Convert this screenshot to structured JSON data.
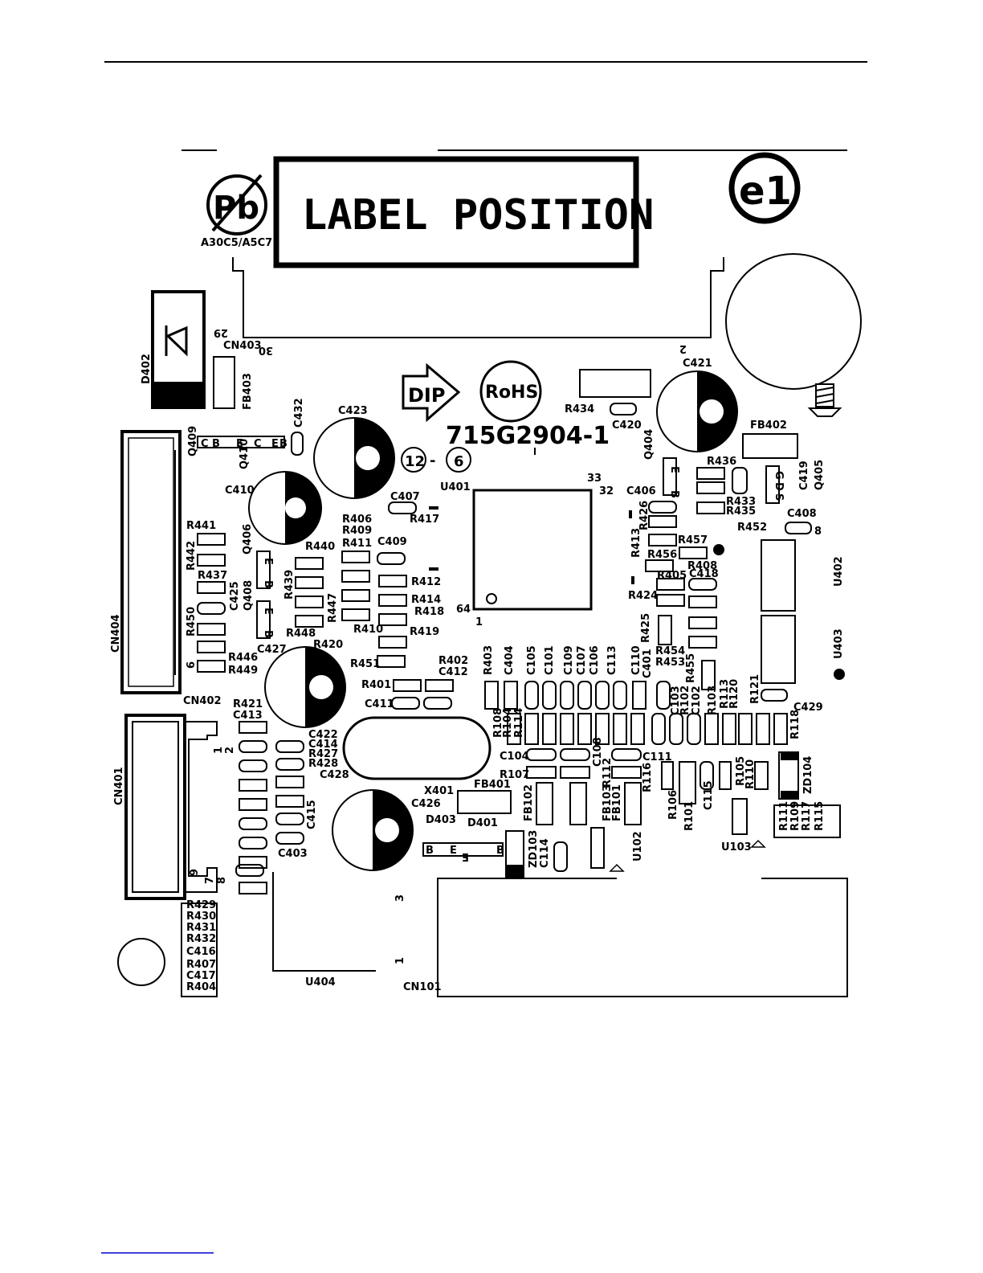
{
  "board": {
    "label_position": "LABEL POSITION",
    "pb_symbol": "Pb",
    "pb_code": "A30C5/A5C7",
    "e1_mark": "e1",
    "dip_text": "DIP",
    "rohs_text": "RoHS",
    "part_number": "715G2904-1",
    "revision_left": "12",
    "revision_right": "6",
    "dash": "-"
  },
  "icons": [
    "lead-free-icon",
    "e1-mark-icon",
    "dip-arrow-icon",
    "rohs-icon",
    "screw-icon",
    "diode-icon"
  ],
  "labels": {
    "cn403": "CN403",
    "p29": "29",
    "p30": "30",
    "fb403": "FB403",
    "d402": "D402",
    "c421": "C421",
    "p2": "2",
    "r434": "R434",
    "c420": "C420",
    "c432": "C432",
    "c423": "C423",
    "q409": "Q409",
    "q410": "Q410",
    "fb402": "FB402",
    "q404": "Q404",
    "r436": "R436",
    "c419": "C419",
    "q405": "Q405",
    "u401": "U401",
    "p33": "33",
    "p32": "32",
    "p64": "64",
    "p1": "1",
    "c406": "C406",
    "r433": "R433",
    "r435": "R435",
    "c408": "C408",
    "p8": "8",
    "r452": "R452",
    "c410": "C410",
    "c407": "C407",
    "r406": "R406",
    "r409": "R409",
    "r417": "R417",
    "r411": "R411",
    "c409": "C409",
    "r426": "R426",
    "r413": "R413",
    "r457": "R457",
    "r456": "R456",
    "r408": "R408",
    "r441": "R441",
    "q406": "Q406",
    "r440": "R440",
    "r442": "R442",
    "r437": "R437",
    "r439": "R439",
    "r412": "R412",
    "r405": "R405",
    "c418": "C418",
    "u402": "U402",
    "q408": "Q408",
    "c425": "C425",
    "r447": "R447",
    "r414": "R414",
    "r424": "R424",
    "r418": "R418",
    "r450": "R450",
    "cn404": "CN404",
    "r448": "R448",
    "r410": "R410",
    "r419": "R419",
    "r425": "R425",
    "u403": "U403",
    "c427": "C427",
    "r420": "R420",
    "r446": "R446",
    "p6": "6",
    "r449": "R449",
    "r451": "R451",
    "r402": "R402",
    "r403": "R403",
    "c404": "C404",
    "c105": "C105",
    "c101": "C101",
    "c109": "C109",
    "c107": "C107",
    "c106": "C106",
    "c113": "C113",
    "c110": "C110",
    "c401": "C401",
    "r454": "R454",
    "r453": "R453",
    "r455": "R455",
    "c412": "C412",
    "r401": "R401",
    "cn402": "CN402",
    "c103": "C103",
    "r102": "R102",
    "c102": "C102",
    "r103": "R103",
    "r113": "R113",
    "r120": "R120",
    "r121": "R121",
    "c429": "C429",
    "r421": "R421",
    "c411": "C411",
    "c413": "C413",
    "r108": "R108",
    "r104": "R104",
    "r114": "R114",
    "r118": "R118",
    "c422": "C422",
    "c414": "C414",
    "r427": "R427",
    "r428": "R428",
    "c104": "C104",
    "c108": "C108",
    "c111": "C111",
    "zd104": "ZD104",
    "r107": "R107",
    "r112": "R112",
    "r116": "R116",
    "r106": "R106",
    "r105": "R105",
    "r110": "R110",
    "c428": "C428",
    "x401": "X401",
    "fb401": "FB401",
    "cn401": "CN401",
    "c426": "C426",
    "fb102": "FB102",
    "fb103": "FB103",
    "fb101": "FB101",
    "r101": "R101",
    "c115": "C115",
    "r111": "R111",
    "r109": "R109",
    "r117": "R117",
    "r115": "R115",
    "c415": "C415",
    "d403": "D403",
    "d401": "D401",
    "u103": "U103",
    "u102": "U102",
    "c403": "C403",
    "zd103": "ZD103",
    "c114": "C114",
    "p1b": "1",
    "p2b": "2",
    "p7": "7",
    "p8b": "8",
    "p9": "9",
    "pB": "B",
    "pE": "E",
    "pC": "C",
    "pG": "G",
    "pD": "D",
    "pS": "S",
    "r429": "R429",
    "r430": "R430",
    "r431": "R431",
    "r432": "R432",
    "c416": "C416",
    "r407": "R407",
    "c417": "C417",
    "r404": "R404",
    "u404": "U404",
    "cn101": "CN101",
    "p3": "3",
    "p1c": "1"
  }
}
